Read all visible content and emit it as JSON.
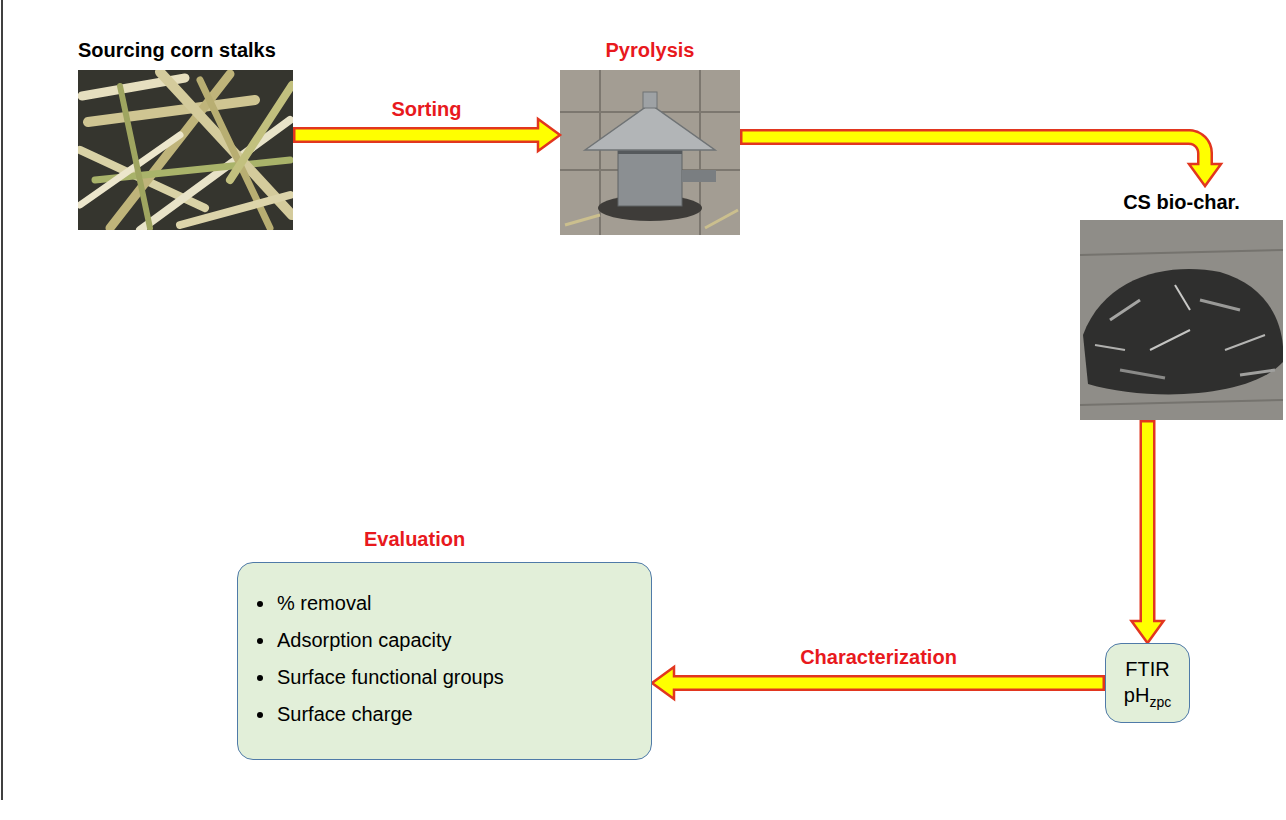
{
  "diagram": {
    "nodes": [
      {
        "text": [
          "Sourcing corn stalks"
        ]
      },
      {
        "text": [
          "Pyrolysis"
        ]
      },
      {
        "text": [
          "CS bio-char."
        ]
      },
      {
        "text": [
          "FTIR",
          "pH",
          "zpc"
        ]
      },
      {
        "text": [
          "Evaluation",
          "% removal",
          "Adsorption capacity",
          "Surface functional groups",
          "Surface charge"
        ]
      }
    ],
    "edges": [
      {
        "from": 0,
        "to": 1,
        "label": "Sorting",
        "arrow": "to"
      },
      {
        "from": 1,
        "to": 2,
        "arrow": "to"
      },
      {
        "from": 2,
        "to": 3,
        "arrow": "to"
      },
      {
        "from": 3,
        "to": 4,
        "label": "Characterization",
        "arrow": "to"
      }
    ]
  }
}
